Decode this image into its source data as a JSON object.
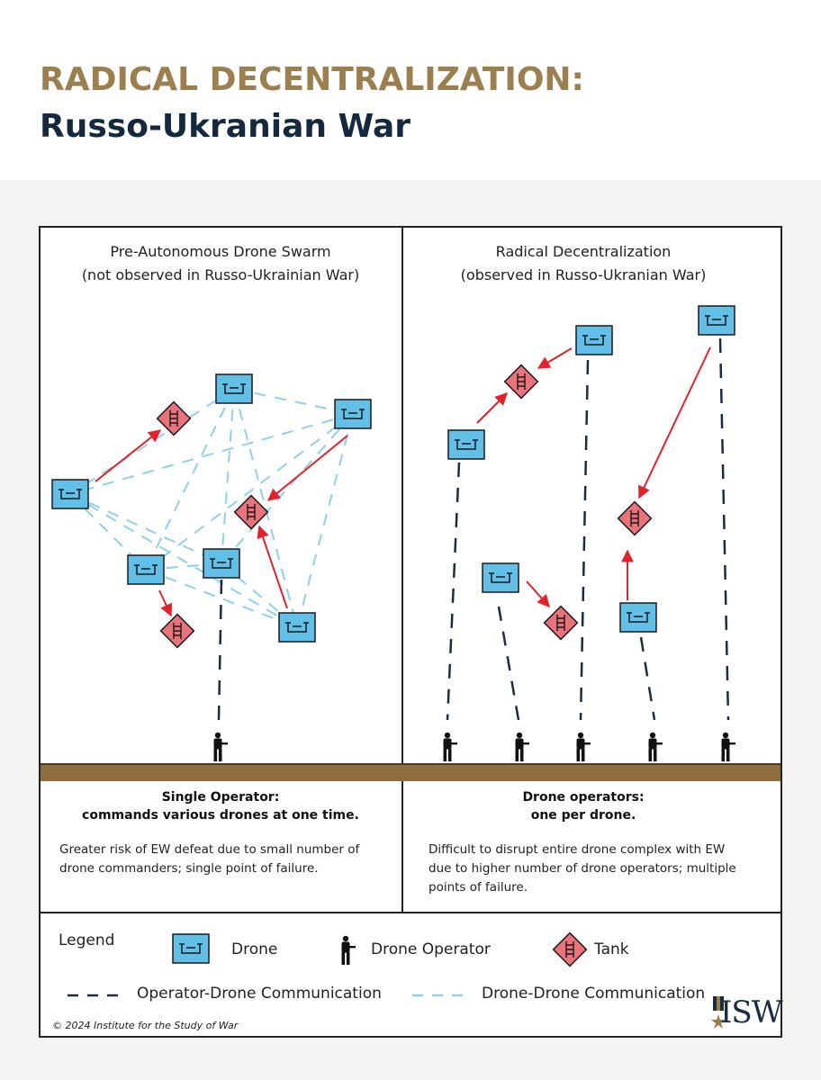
{
  "header": {
    "title_line1": "RADICAL DECENTRALIZATION:",
    "title_line2": "Russo-Ukranian War"
  },
  "left_panel": {
    "title_line1": "Pre-Autonomous Drone Swarm",
    "title_line2": "(not observed in Russo-Ukrainian War)",
    "caption_bold_line1": "Single Operator:",
    "caption_bold_line2": "commands various drones at one time.",
    "caption_line1": "Greater risk of EW defeat due to small number of",
    "caption_line2": "drone commanders; single point of failure."
  },
  "right_panel": {
    "title_line1": "Radical Decentralization",
    "title_line2": "(observed in Russo-Ukranian War)",
    "caption_bold_line1": "Drone operators:",
    "caption_bold_line2": "one per drone.",
    "caption_line1": "Difficult to disrupt entire drone complex with EW",
    "caption_line2": "due to higher number of drone operators; multiple",
    "caption_line3": "points of failure."
  },
  "legend": {
    "heading": "Legend",
    "drone": "Drone",
    "operator": "Drone Operator",
    "tank": "Tank",
    "operator_link": "Operator-Drone Communication",
    "drone_link": "Drone-Drone Communication"
  },
  "footer": {
    "copyright": "© 2024 Institute for the Study of War",
    "logo_text": "ISW"
  },
  "colors": {
    "title_gold": "#9b7f4e",
    "title_navy": "#14293d",
    "drone_fill": "#62bfe8",
    "tank_fill": "#e8737a",
    "attack_arrow": "#e3222a",
    "operator_link": "#1b2d42",
    "drone_link": "#8fd1ec",
    "ground": "#8f6d3f"
  },
  "icons": {
    "drone": "drone-icon",
    "tank": "tank-icon",
    "operator": "soldier-icon"
  }
}
